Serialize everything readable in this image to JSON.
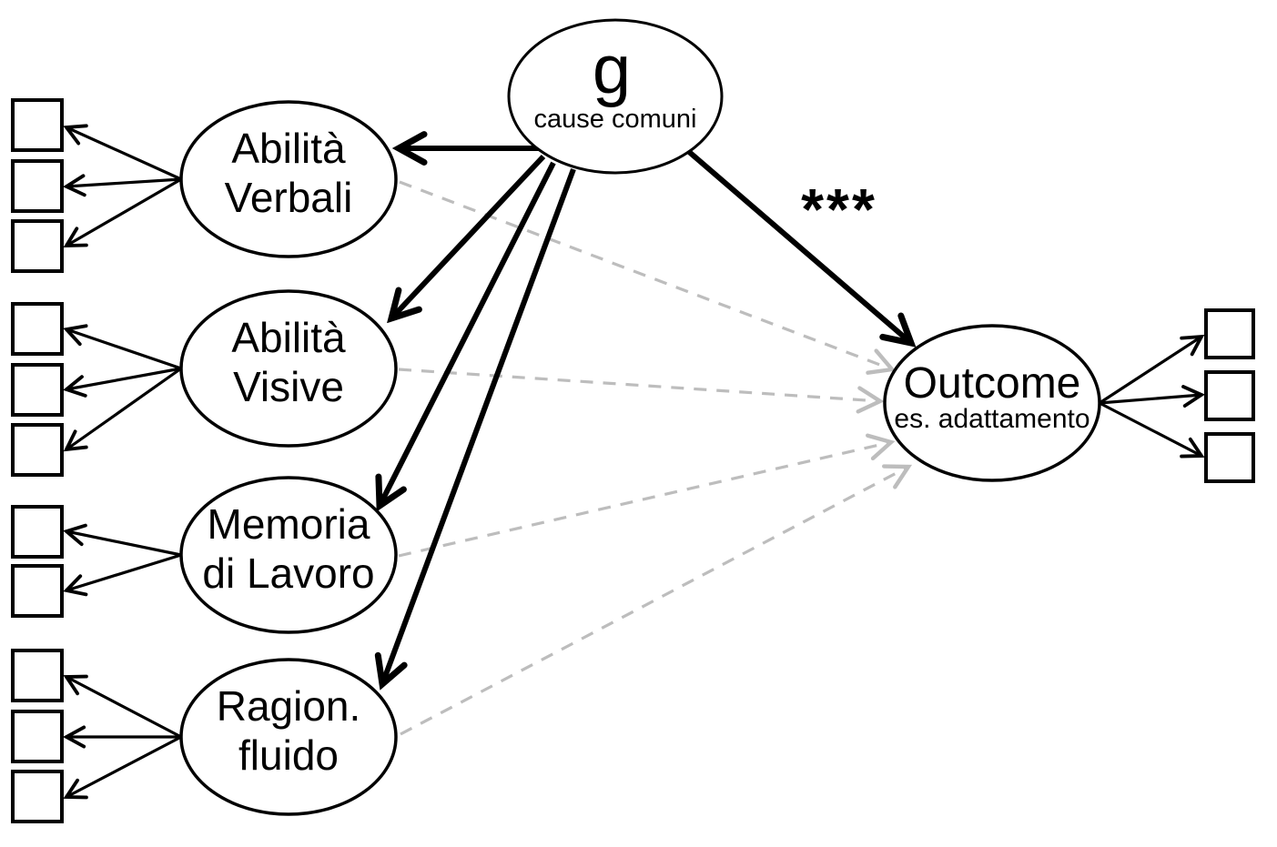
{
  "diagram": {
    "title": "",
    "g_node": {
      "label": "g",
      "sublabel": "cause comuni"
    },
    "latents": [
      {
        "line1": "Abilità",
        "line2": "Verbali",
        "indicators": 3
      },
      {
        "line1": "Abilità",
        "line2": "Visive",
        "indicators": 3
      },
      {
        "line1": "Memoria",
        "line2": "di Lavoro",
        "indicators": 2
      },
      {
        "line1": "Ragion.",
        "line2": "fluido",
        "indicators": 3
      }
    ],
    "outcome_node": {
      "label": "Outcome",
      "sublabel": "es. adattamento",
      "indicators": 3
    },
    "significance_label": "***",
    "paths": {
      "g_to_latents": "solid-bold-arrows",
      "g_to_outcome": "solid-bold-arrow-starred",
      "latents_to_outcome": "dashed-gray-arrows"
    },
    "colors": {
      "line": "#000000",
      "dashed_path": "#bdbdbd",
      "background": "#ffffff"
    }
  }
}
